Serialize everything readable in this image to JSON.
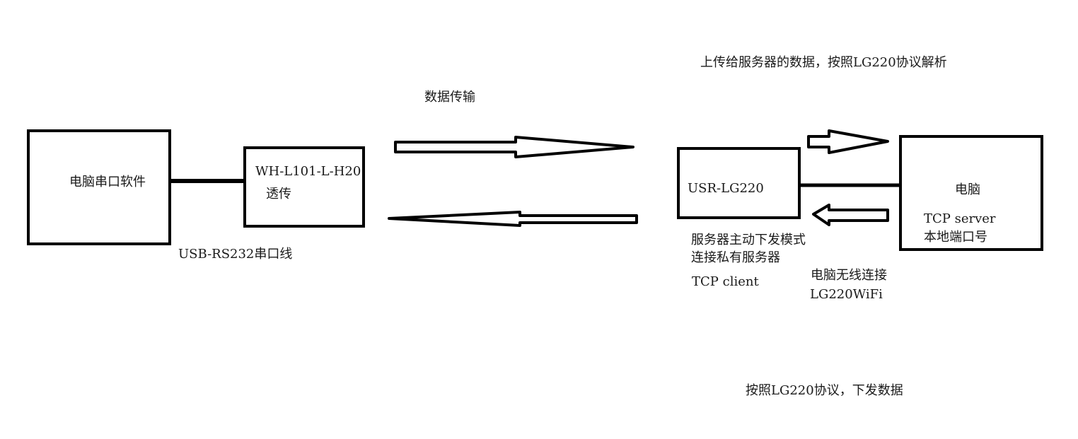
{
  "labels": {
    "top_note": "上传给服务器的数据，按照LG220协议解析",
    "data_transfer": "数据传输",
    "pc_serial_software": "电脑串口软件",
    "module_name": "WH-L101-L-H20",
    "module_mode": "透传",
    "serial_cable": "USB-RS232串口线",
    "gateway_name": "USR-LG220",
    "pc": "电脑",
    "tcp_server": "TCP server",
    "local_port": "本地端口号",
    "server_push_mode": "服务器主动下发模式",
    "connect_private_server": "连接私有服务器",
    "tcp_client": "TCP client",
    "pc_wireless": "电脑无线连接",
    "wifi_name": "LG220WiFi",
    "bottom_note": "按照LG220协议，下发数据"
  }
}
